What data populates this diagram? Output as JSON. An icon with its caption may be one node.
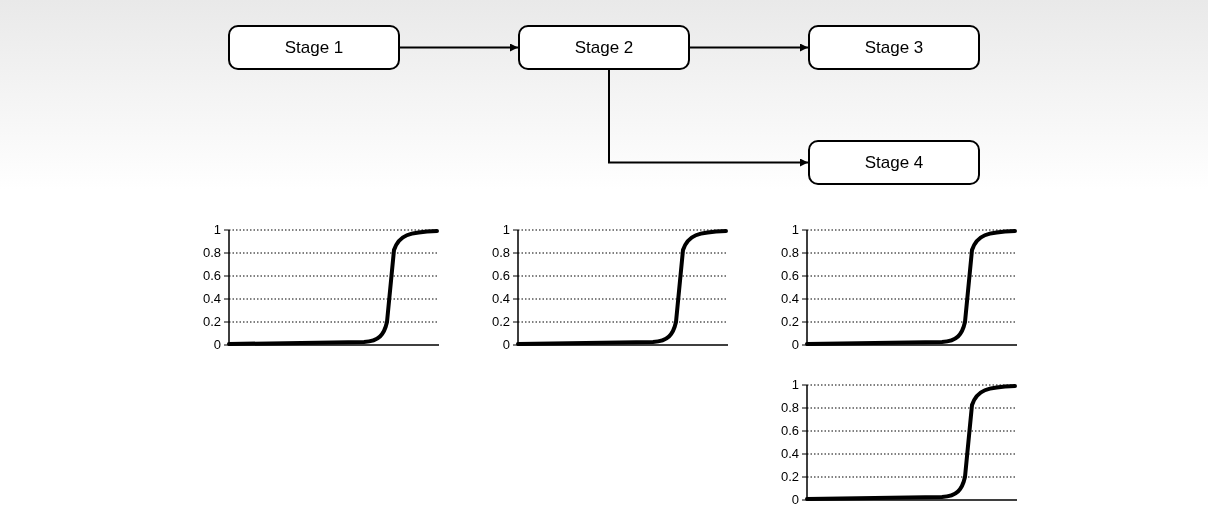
{
  "diagram": {
    "nodes": [
      {
        "text": [
          "Stage 1"
        ]
      },
      {
        "text": [
          "Stage 2"
        ]
      },
      {
        "text": [
          "Stage 3"
        ]
      },
      {
        "text": [
          "Stage 4"
        ]
      }
    ],
    "edges": [
      {
        "from": 0,
        "to": 1,
        "arrow": "to"
      },
      {
        "from": 1,
        "to": 2,
        "arrow": "to"
      },
      {
        "from": 1,
        "to": 3,
        "arrow": "to"
      }
    ],
    "labels": [
      "1",
      "0.8",
      "0.6",
      "0.4",
      "0.2",
      "0",
      "1",
      "0.8",
      "0.6",
      "0.4",
      "0.2",
      "0",
      "1",
      "0.8",
      "0.6",
      "0.4",
      "0.2",
      "0",
      "1",
      "0.8",
      "0.6",
      "0.4",
      "0.2",
      "0"
    ]
  }
}
